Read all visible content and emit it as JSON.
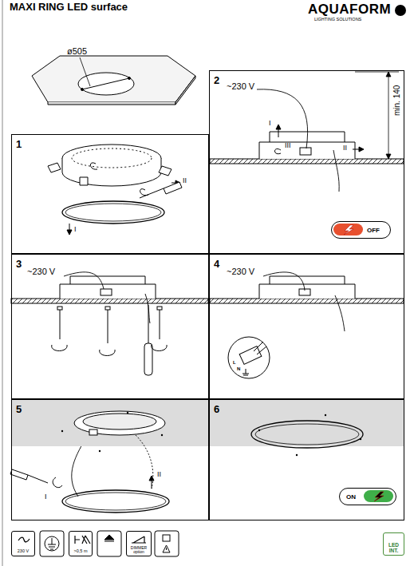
{
  "diagram": {
    "title": "MAXI RING LED surface",
    "nodes": [
      {
        "text": [
          "1"
        ]
      },
      {
        "text": [
          "2"
        ]
      },
      {
        "text": [
          "OFF"
        ],
        "in": 1
      },
      {
        "text": [
          "3"
        ]
      },
      {
        "text": [
          "4"
        ]
      },
      {
        "text": [
          "5"
        ]
      },
      {
        "text": [
          "6"
        ]
      },
      {
        "text": [
          "ON"
        ],
        "in": 6
      },
      {
        "text": [
          "230 V"
        ]
      },
      {
        "text": [
          ">0,5 m"
        ]
      },
      {
        "text": [
          "DIMMER option"
        ]
      },
      {
        "text": [
          "LED INT."
        ]
      }
    ],
    "labels": [
      "AQUAFORM",
      "LIGHTING SOLUTIONS",
      "ø505",
      "~230 V",
      "min. 140",
      "I",
      "III",
      "II",
      "I",
      "II",
      "~230 V",
      "~230 V",
      "L",
      "N",
      "I",
      "II"
    ]
  }
}
